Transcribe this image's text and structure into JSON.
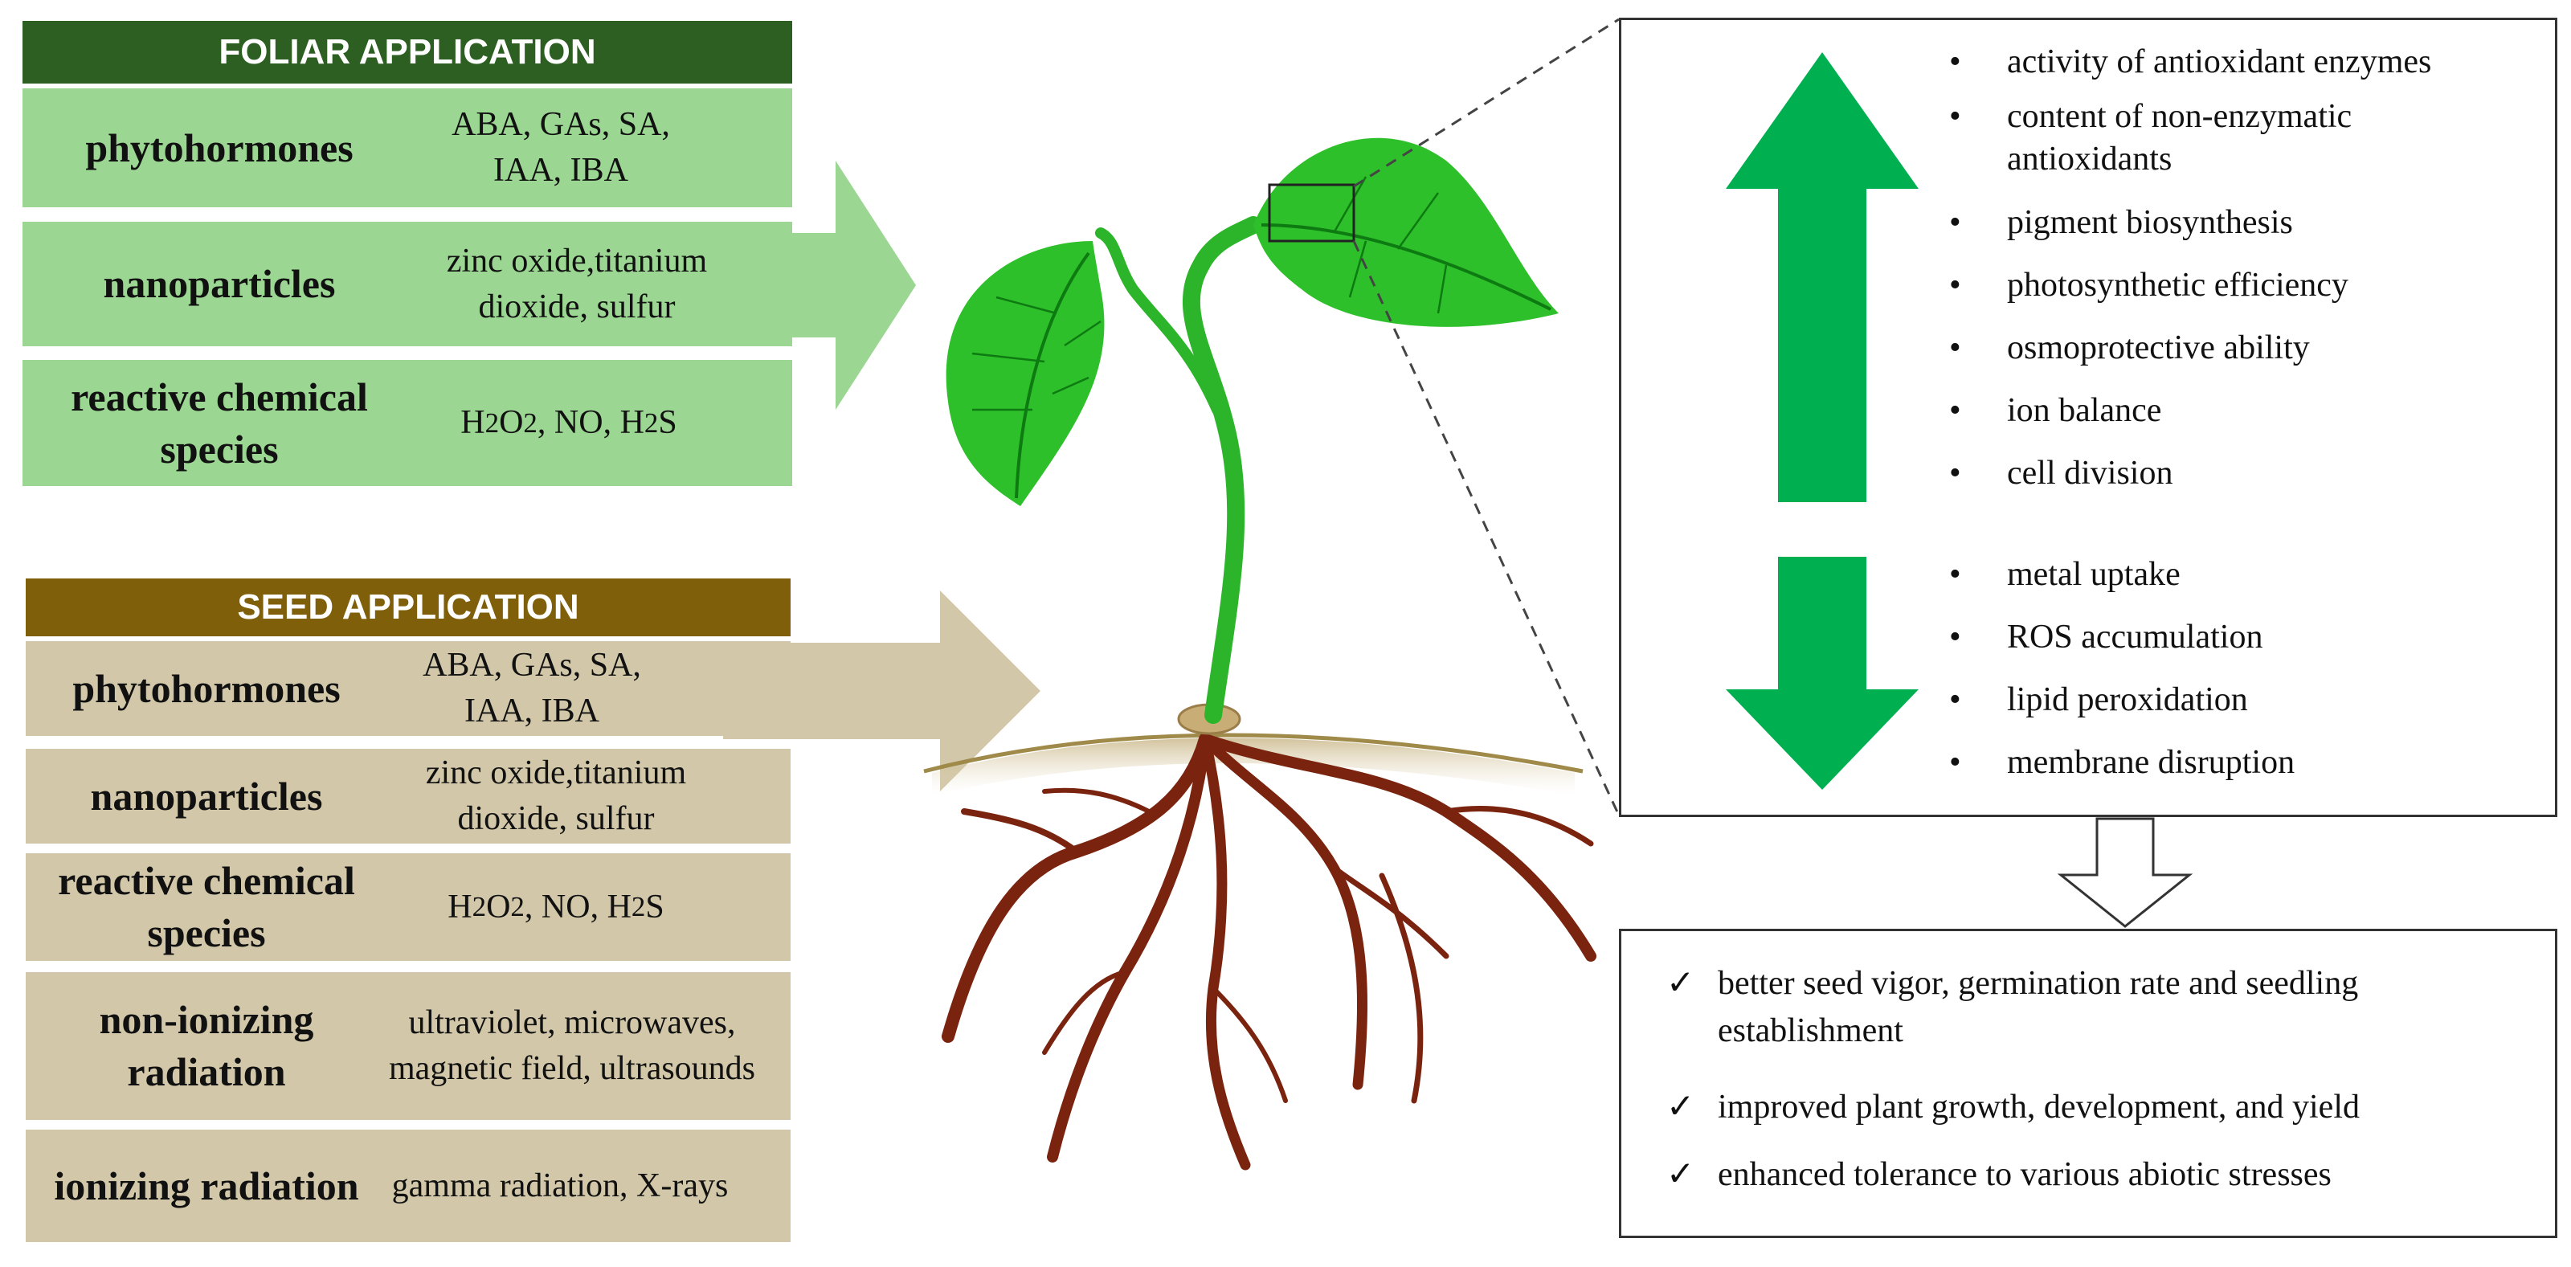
{
  "foliar": {
    "title": "FOLIAR APPLICATION",
    "rows": [
      {
        "category": "phytohormones",
        "value": "ABA, GAs, SA, IAA, IBA"
      },
      {
        "category": "nanoparticles",
        "value": "zinc oxide,titanium dioxide, sulfur"
      },
      {
        "category": "reactive chemical species",
        "value_html": "H<sub>2</sub>O<sub>2</sub>, NO, H<sub>2</sub>S"
      }
    ]
  },
  "seed": {
    "title": "SEED APPLICATION",
    "rows": [
      {
        "category": "phytohormones",
        "value": "ABA, GAs, SA, IAA, IBA"
      },
      {
        "category": "nanoparticles",
        "value": "zinc oxide,titanium dioxide, sulfur"
      },
      {
        "category": "reactive chemical species",
        "value_html": "H<sub>2</sub>O<sub>2</sub>, NO, H<sub>2</sub>S"
      },
      {
        "category": "non-ionizing radiation",
        "value": "ultraviolet, microwaves, magnetic field, ultrasounds"
      },
      {
        "category": "ionizing radiation",
        "value": "gamma radiation, X-rays"
      }
    ]
  },
  "effects": {
    "increase": [
      "activity of antioxidant enzymes",
      "content of non-enzymatic antioxidants",
      "pigment biosynthesis",
      "photosynthetic efficiency",
      "osmoprotective ability",
      "ion balance",
      "cell division"
    ],
    "decrease": [
      "metal uptake",
      "ROS accumulation",
      "lipid peroxidation",
      "membrane disruption"
    ]
  },
  "outcomes": [
    "better seed vigor, germination rate and seedling establishment",
    "improved plant growth, development, and yield",
    "enhanced tolerance to various abiotic stresses"
  ],
  "symbols": {
    "bullet": "•",
    "check": "✓"
  },
  "colors": {
    "foliar_header": "#2d5f22",
    "foliar_row": "#9bd692",
    "foliar_arrow": "#9bd692",
    "seed_header": "#7f5f0a",
    "seed_row": "#d2c8a9",
    "seed_arrow": "#d2c8a9",
    "up_down_arrows": "#00b050",
    "leaf": "#2ec02a",
    "root": "#7a2410"
  }
}
